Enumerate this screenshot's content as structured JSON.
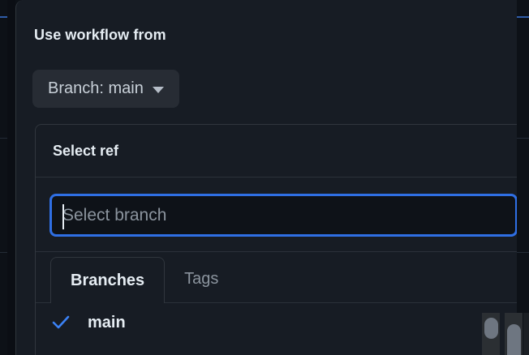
{
  "theme": {
    "page_background": "#0d1117",
    "dialog_background": "#171c24",
    "border": "#30363d",
    "accent_blue": "#2f6fe4",
    "check_blue": "#3b82f6",
    "text_primary": "#e6edf3",
    "text_muted": "#8b949e",
    "button_background": "#272c34",
    "scrollbar_thumb": "#6e7681"
  },
  "dialog": {
    "title": "Use workflow from",
    "branch_button": {
      "label": "Branch: main",
      "caret_icon": "chevron-down-icon"
    }
  },
  "select_ref": {
    "title": "Select ref",
    "search": {
      "value": "",
      "placeholder": "Select branch"
    },
    "tabs": [
      {
        "label": "Branches",
        "active": true
      },
      {
        "label": "Tags",
        "active": false
      }
    ],
    "items": [
      {
        "label": "main",
        "selected": true,
        "check_icon": "check-icon"
      }
    ]
  },
  "scrollbars": {
    "list": {
      "name": "list-scrollbar"
    },
    "page": {
      "name": "page-scrollbar"
    }
  }
}
